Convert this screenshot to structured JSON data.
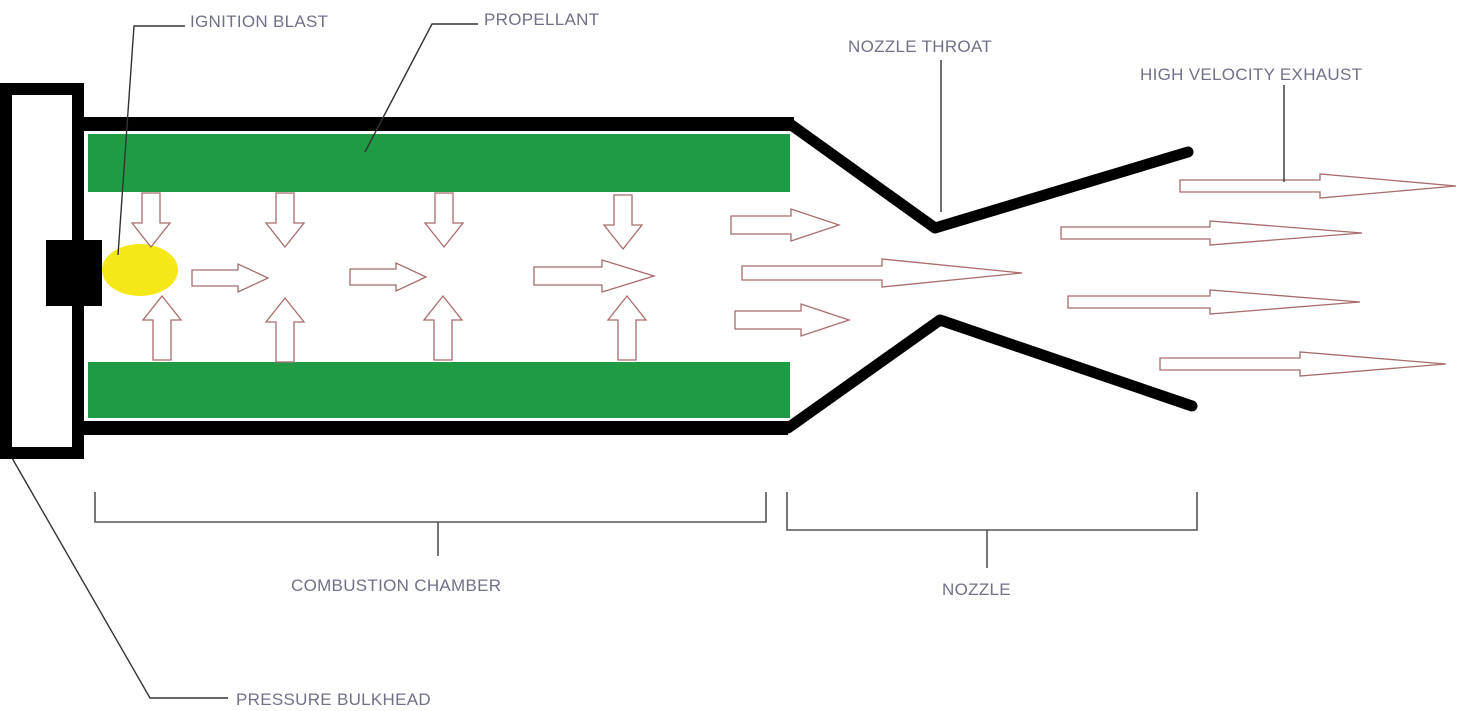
{
  "labels": {
    "ignition_blast": "IGNITION BLAST",
    "propellant": "PROPELLANT",
    "nozzle_throat": "NOZZLE THROAT",
    "high_velocity_exhaust": "HIGH VELOCITY EXHAUST",
    "combustion_chamber": "COMBUSTION CHAMBER",
    "nozzle": "NOZZLE",
    "pressure_bulkhead": "PRESSURE BULKHEAD"
  },
  "colors": {
    "propellant": "#1f9a45",
    "ignition": "#f4e818",
    "casing": "#000000",
    "flow_outline": "#a86c6c",
    "label_text": "#6f7189"
  }
}
